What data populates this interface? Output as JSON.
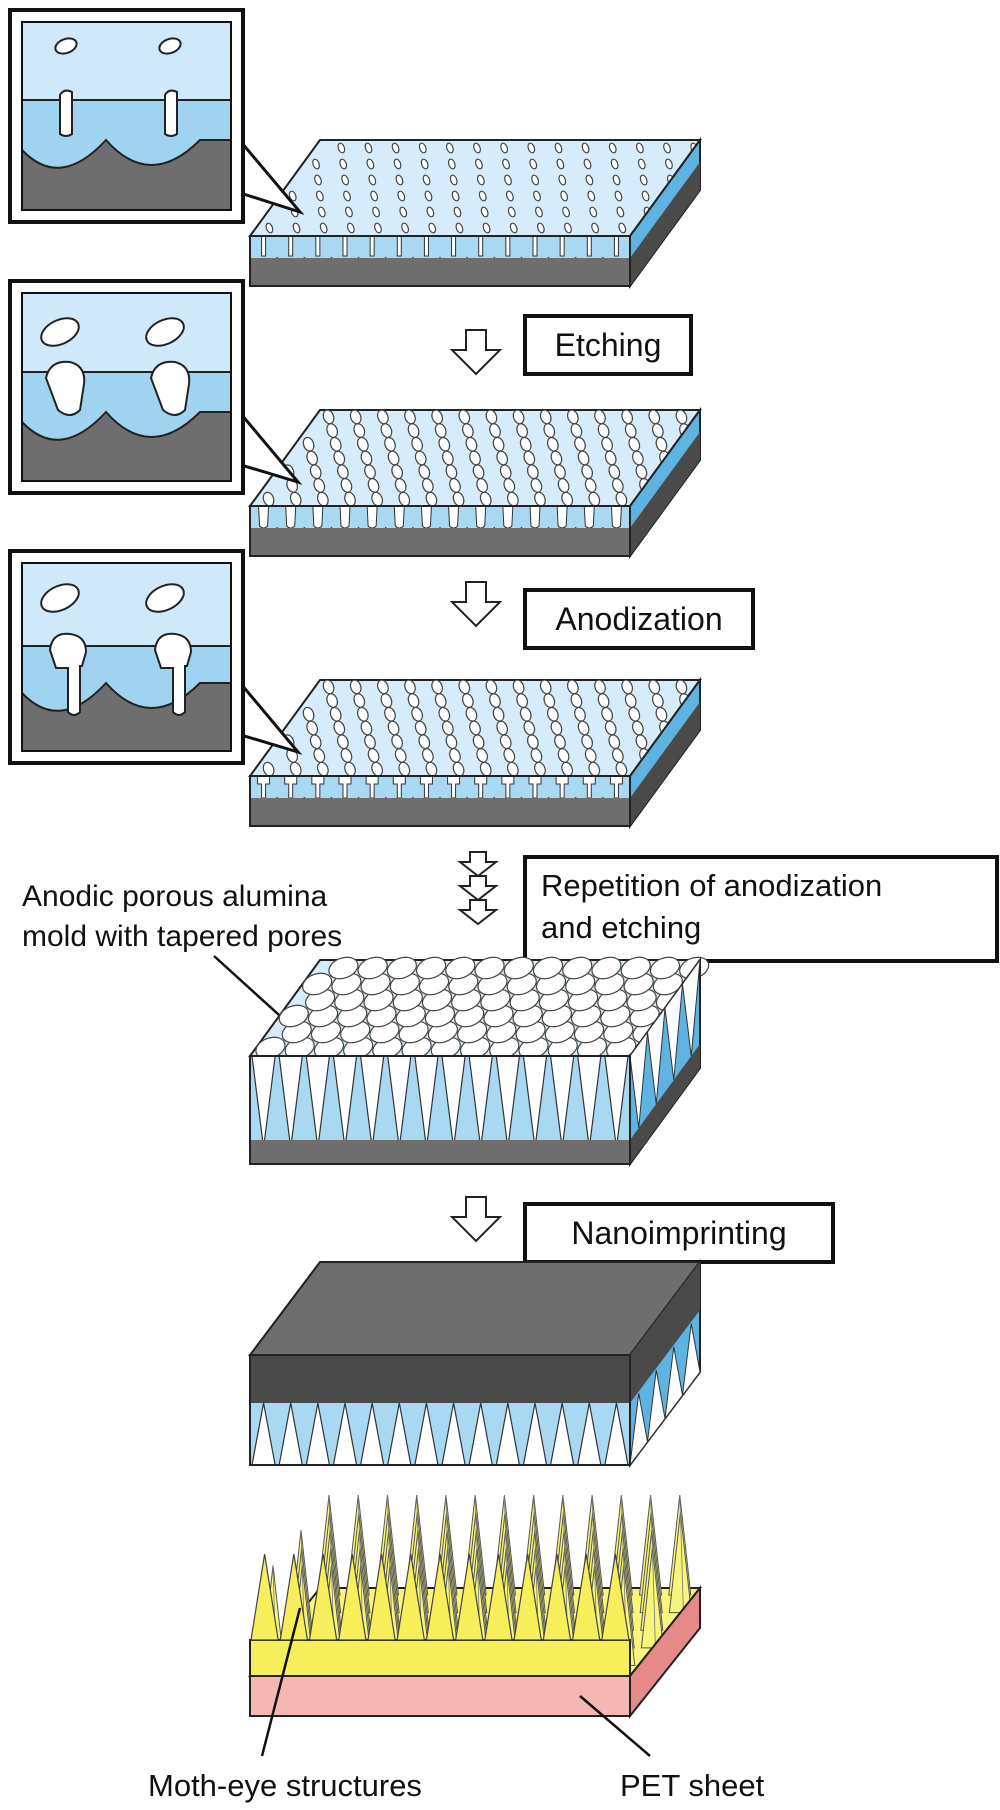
{
  "steps": {
    "etching": "Etching",
    "anodization": "Anodization",
    "repetition_line1": "Repetition of anodization",
    "repetition_line2": "and etching",
    "nanoimprinting": "Nanoimprinting"
  },
  "annotations": {
    "mold_line1": "Anodic porous alumina",
    "mold_line2": "mold with tapered pores",
    "moth_eye": "Moth-eye structures",
    "pet_sheet": "PET sheet"
  },
  "colors": {
    "alumina_top": "#d6ecfa",
    "alumina_front": "#a9d9f2",
    "alumina_side": "#5fb3e0",
    "aluminum": "#6e6e6e",
    "aluminum_dark": "#4a4a4a",
    "resin_top": "#f8f57a",
    "resin_front": "#f6ee5a",
    "resin_side": "#d9d04a",
    "pet_front": "#f4b7b4",
    "pet_side": "#e58a88",
    "outline": "#222222",
    "inset_sky": "#cfe8fa",
    "inset_blue": "#9fd3f0"
  }
}
